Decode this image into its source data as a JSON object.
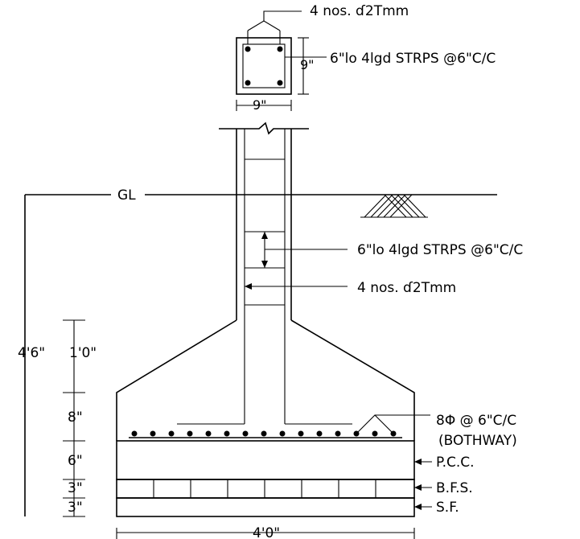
{
  "column_section": {
    "main_bars": "4  nos.  ɗ2Tmm",
    "stirrups": "6\"lo    4lgd  STRPS  @6\"C/C",
    "side_dim": "9\"",
    "width_dim": "9\""
  },
  "elevation": {
    "ground_level": "GL",
    "stirrups": "6\"lo    4lgd  STRPS  @6\"C/C",
    "main_bars": "4  nos.  ɗ2Tmm",
    "depth_total": "4'6\"",
    "depth_segments": [
      "1'0\"",
      "8\"",
      "6\"",
      "3\"",
      "3\""
    ],
    "base_width": "4'0\"",
    "mesh_label_1": "8Φ      @  6\"C/C",
    "mesh_label_2": "(BOTHWAY)",
    "layer_pcc": "P.C.C.",
    "layer_bfs": "B.F.S.",
    "layer_sf": "S.F."
  }
}
